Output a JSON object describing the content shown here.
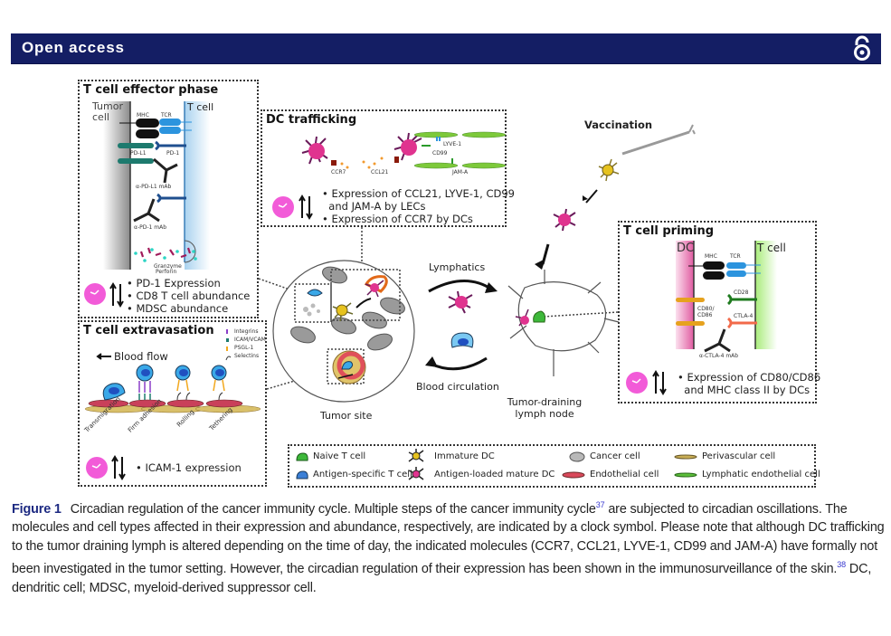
{
  "banner": {
    "title": "Open access",
    "icon": "open-access-lock-icon"
  },
  "figure": {
    "panels": {
      "effector": {
        "title": "T cell effector phase",
        "labels": {
          "tumor_cell": "Tumor cell",
          "t_cell": "T cell",
          "mhc": "MHC",
          "tcr": "TCR",
          "pdl1": "PD-L1",
          "pd1": "PD-1",
          "apdl1": "α-PD-L1 mAb",
          "apd1": "α-PD-1 mAb",
          "granzyme": "Granzyme",
          "perforin": "Perforin"
        },
        "bullets": [
          "• PD-1 Expression",
          "• CD8 T cell abundance",
          "• MDSC abundance"
        ]
      },
      "dc_trafficking": {
        "title": "DC trafficking",
        "labels": {
          "ccr7": "CCR7",
          "ccl21": "CCL21",
          "lyve1": "LYVE-1",
          "cd99": "CD99",
          "jama": "JAM-A"
        },
        "bullets": [
          "• Expression of CCL21, LYVE-1, CD99",
          "  and JAM-A by LECs",
          "• Expression of CCR7 by DCs"
        ]
      },
      "extravasation": {
        "title": "T cell extravasation",
        "blood_flow": "Blood flow",
        "key": [
          "Integrins",
          "ICAM/VCAM",
          "PSGL-1",
          "Selectins"
        ],
        "steps": [
          "Transmigration",
          "Firm adhesion",
          "Rolling",
          "Tethering"
        ],
        "bullets": [
          "• ICAM-1 expression"
        ]
      },
      "priming": {
        "title": "T cell priming",
        "labels": {
          "dc": "DC",
          "t_cell": "T cell",
          "mhc": "MHC",
          "tcr": "TCR",
          "cd28": "CD28",
          "cd80": "CD80/",
          "cd86": "CD86",
          "ctla4": "CTLA-4",
          "actla4": "α-CTLA-4 mAb"
        },
        "bullets": [
          "• Expression of CD80/CD86",
          "  and MHC class II by DCs"
        ]
      }
    },
    "center": {
      "vaccination": "Vaccination",
      "lymphatics": "Lymphatics",
      "blood_circulation": "Blood circulation",
      "tumor_site": "Tumor site",
      "lymph_node_1": "Tumor-draining",
      "lymph_node_2": "lymph node"
    },
    "legend": [
      {
        "label": "Naive T cell",
        "icon": "naive-t-cell-icon",
        "color": "#3db83a"
      },
      {
        "label": "Antigen-specific T cell",
        "icon": "antigen-specific-t-cell-icon",
        "color": "#3a7fd6"
      },
      {
        "label": "Immature DC",
        "icon": "immature-dc-icon",
        "color": "#e6c21e"
      },
      {
        "label": "Antigen-loaded mature DC",
        "icon": "mature-dc-icon",
        "color": "#e0338f"
      },
      {
        "label": "Cancer cell",
        "icon": "cancer-cell-icon",
        "color": "#b8b8b8"
      },
      {
        "label": "Endothelial cell",
        "icon": "endothelial-cell-icon",
        "color": "#d9485a"
      },
      {
        "label": "Perivascular cell",
        "icon": "perivascular-cell-icon",
        "color": "#c9ae55"
      },
      {
        "label": "Lymphatic endothelial cell",
        "icon": "lymphatic-endothelial-cell-icon",
        "color": "#5cbf3a"
      }
    ],
    "colors": {
      "clock": "#f25bd8",
      "banner": "#141e64",
      "caption_label": "#1d2a82"
    }
  },
  "caption": {
    "label": "Figure 1",
    "part1": "Circadian regulation of the cancer immunity cycle. Multiple steps of the cancer immunity cycle",
    "ref1": "37",
    "part2": " are subjected to circadian oscillations. The molecules and cell types affected in their expression and abundance, respectively, are indicated by a clock symbol. Please note that although DC trafficking to the tumor draining lymph is altered depending on the time of day, the indicated molecules (CCR7, CCL21, LYVE-1, CD99 and JAM-A) have formally not been investigated in the tumor setting. However, the circadian regulation of their expression has been shown in the immunosurveillance of the skin.",
    "ref2": "38",
    "part3": " DC, dendritic cell; MDSC, myeloid-derived suppressor cell."
  }
}
